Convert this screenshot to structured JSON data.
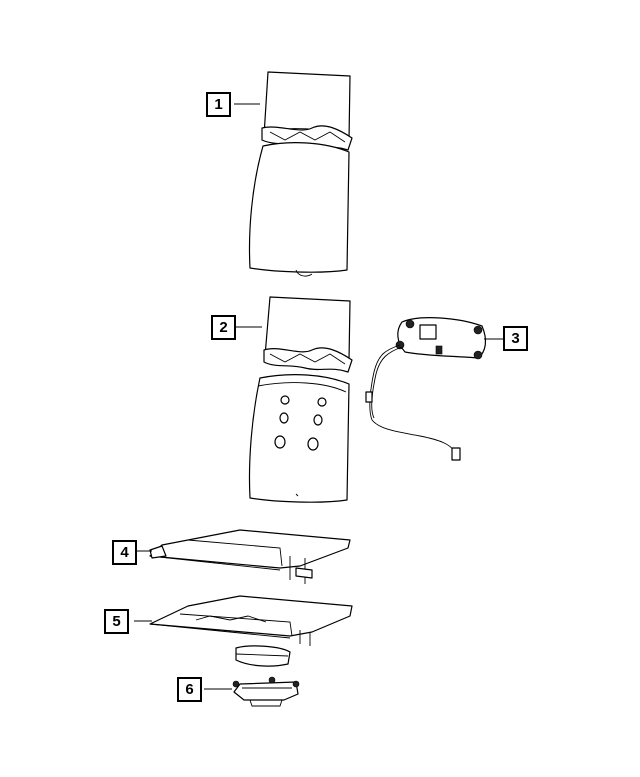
{
  "callouts": [
    {
      "label": "1",
      "part": "seat-back-cushion-cover"
    },
    {
      "label": "2",
      "part": "seat-back-cushion-with-pad"
    },
    {
      "label": "3",
      "part": "heater-wiring-harness"
    },
    {
      "label": "4",
      "part": "seat-cushion-cover"
    },
    {
      "label": "5",
      "part": "seat-cushion-pad-assembly"
    },
    {
      "label": "6",
      "part": "seat-cushion-module"
    }
  ]
}
